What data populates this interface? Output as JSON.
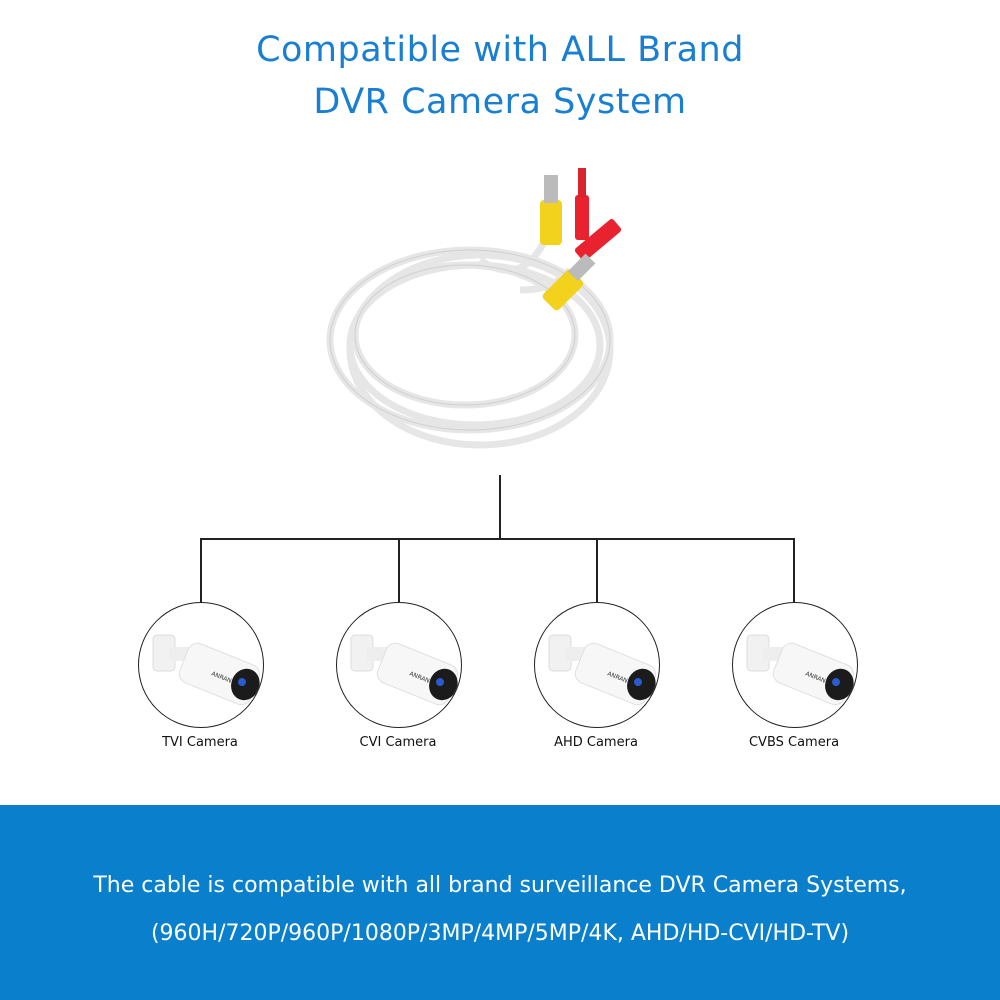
{
  "header": {
    "line1": "Compatible with ALL Brand",
    "line2": "DVR Camera System"
  },
  "product": {
    "name": "cable-image"
  },
  "cameras": [
    {
      "label": "TVI Camera",
      "logo": "ANRAN"
    },
    {
      "label": "CVI Camera",
      "logo": "ANRAN"
    },
    {
      "label": "AHD Camera",
      "logo": "ANRAN"
    },
    {
      "label": "CVBS Camera",
      "logo": "ANRAN"
    }
  ],
  "footer": {
    "line1": "The cable is compatible with all brand surveillance DVR Camera Systems,",
    "line2": "(960H/720P/960P/1080P/3MP/4MP/5MP/4K, AHD/HD-CVI/HD-TV)"
  },
  "colors": {
    "accent": "#1a7fd0",
    "band": "#0a80cc"
  }
}
